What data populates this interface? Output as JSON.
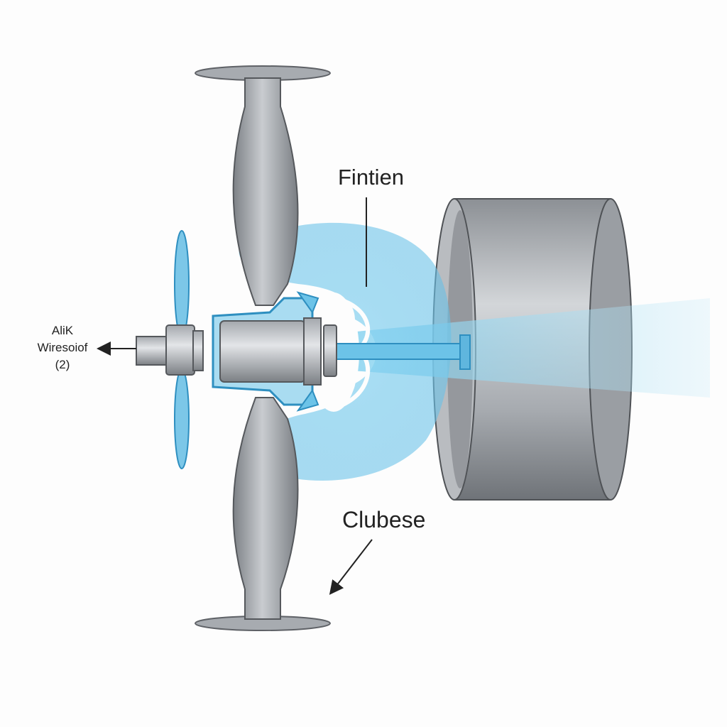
{
  "labels": {
    "top": "Fintien",
    "bottom": "Clubese",
    "left_line1": "AliK",
    "left_line2": "Wiresoiof",
    "left_line3": "(2)"
  },
  "colors": {
    "metal": "#8f9398",
    "metal_light": "#c9ccd0",
    "metal_dark": "#5e6166",
    "flow_blue": "#6cc3e8",
    "flow_blue_dark": "#2e8fc0",
    "ink": "#222222"
  }
}
